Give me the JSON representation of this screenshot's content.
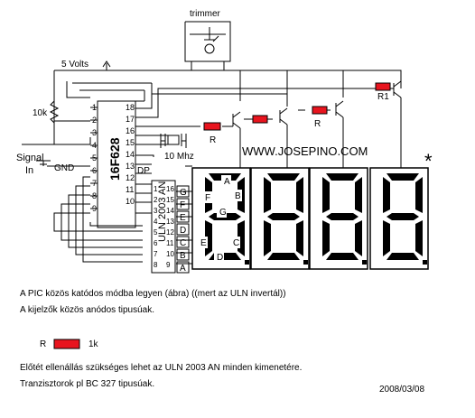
{
  "labels": {
    "trimmer": "trimmer",
    "vcc": "5  Volts",
    "pot": "10k",
    "signal": "Signal",
    "signal_in": "In",
    "gnd": "GND",
    "pic": "16F628",
    "uln": "ULN 2003 AN",
    "crystal": "10 Mhz",
    "website": "WWW.JOSEPINO.COM",
    "dp": "DP",
    "r": "R",
    "r1": "R1",
    "asterisk": "*"
  },
  "pins": {
    "pic_left": [
      "1",
      "2",
      "3",
      "4",
      "5",
      "6",
      "7",
      "8",
      "9"
    ],
    "pic_right": [
      "18",
      "17",
      "16",
      "15",
      "14",
      "13",
      "12",
      "11",
      "10"
    ],
    "uln_left": [
      "1",
      "2",
      "3",
      "4",
      "5",
      "6",
      "7",
      "8"
    ],
    "uln_right": [
      "16",
      "15",
      "14",
      "13",
      "12",
      "11",
      "10",
      "9"
    ],
    "seg_letters": [
      "G",
      "F",
      "E",
      "D",
      "C",
      "B",
      "A"
    ],
    "digit_segments": [
      "A",
      "B",
      "F",
      "G",
      "E",
      "C",
      "D"
    ]
  },
  "notes": {
    "line1": "A PIC közös katódos módba legyen (ábra) ((mert az ULN invertál))",
    "line2": "A kijelzők közös anódos tipusúak.",
    "legend_r": "R",
    "legend_value": "1k",
    "line3": "Előtét ellenállás szükséges lehet az ULN 2003 AN minden kimenetére.",
    "line4": "Tranzisztorok pl BC 327 tipusúak.",
    "date": "2008/03/08"
  },
  "colors": {
    "resistor": "#e8141e",
    "ink": "#000000"
  }
}
